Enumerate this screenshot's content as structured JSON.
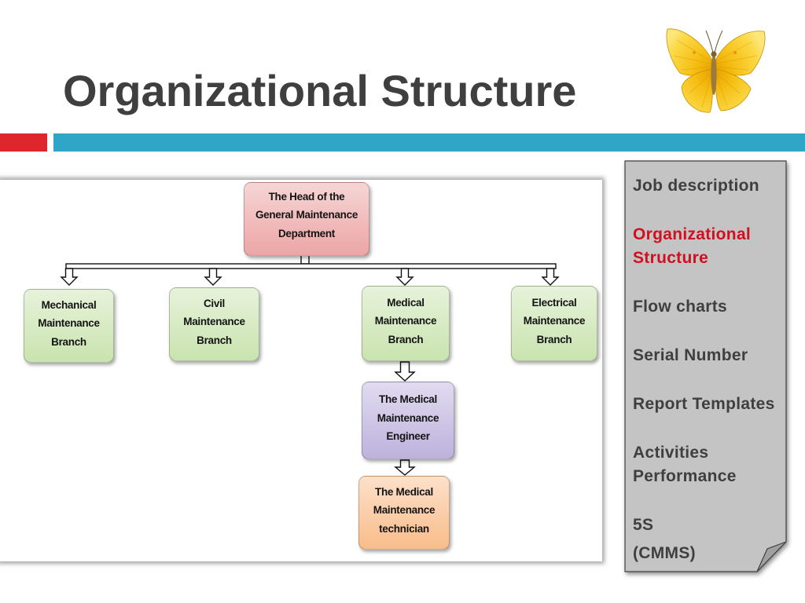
{
  "slide": {
    "title": "Organizational Structure",
    "decoration_icon": "butterfly-icon"
  },
  "theme": {
    "title_color": "#3f3f3f",
    "accent_red": "#e0262d",
    "accent_blue": "#2fa6c6",
    "panel_fill": "#c4c4c4",
    "panel_text": "#3f3f3f",
    "active_text": "#d0101f",
    "head_fill": "#eca3a3",
    "branch_fill": "#c8e3ad",
    "engineer_fill": "#bcb0dc",
    "technician_fill": "#f9bb88"
  },
  "diagram": {
    "head": {
      "lines": [
        "The Head of the",
        "General Maintenance",
        "Department"
      ]
    },
    "branches": [
      {
        "lines": [
          "Mechanical",
          "Maintenance",
          "Branch"
        ]
      },
      {
        "lines": [
          "Civil",
          "Maintenance",
          "Branch"
        ]
      },
      {
        "lines": [
          "Medical",
          "Maintenance",
          "Branch"
        ]
      },
      {
        "lines": [
          "Electrical",
          "Maintenance",
          "Branch"
        ]
      }
    ],
    "engineer": {
      "lines": [
        "The Medical",
        "Maintenance",
        "Engineer"
      ]
    },
    "technician": {
      "lines": [
        "The Medical",
        "Maintenance",
        "technician"
      ]
    }
  },
  "nav_panel": {
    "items": [
      {
        "lines": [
          "Job description"
        ],
        "active": false
      },
      {
        "lines": [
          "Organizational",
          "Structure"
        ],
        "active": true
      },
      {
        "lines": [
          "Flow charts"
        ],
        "active": false
      },
      {
        "lines": [
          "Serial Number"
        ],
        "active": false
      },
      {
        "lines": [
          "Report Templates"
        ],
        "active": false
      },
      {
        "lines": [
          "Activities",
          "Performance"
        ],
        "active": false
      },
      {
        "lines": [
          "5S",
          "(CMMS)"
        ],
        "active": false
      }
    ]
  }
}
